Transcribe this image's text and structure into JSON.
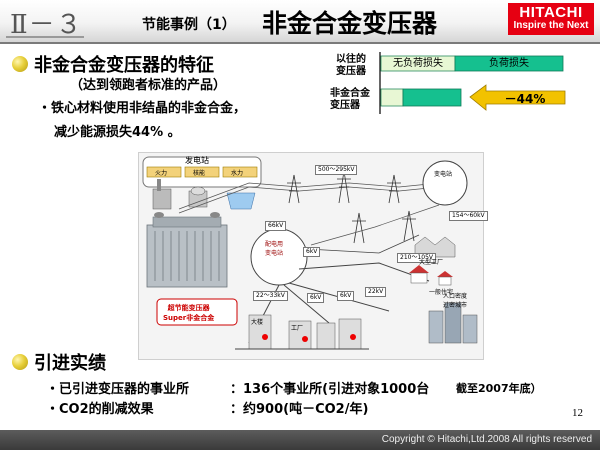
{
  "header": {
    "section_number": "Ⅱ－３",
    "case_label": "节能事例（1）",
    "title": "非金合金变压器",
    "logo": {
      "name": "HITACHI",
      "tagline": "Inspire the Next",
      "color": "#e60012"
    }
  },
  "features": {
    "heading": "非金合金变压器的特征",
    "subheading": "（达到领跑者标准的产品）",
    "point_line1": "・铁心材料使用非结晶的非金合金，",
    "point_line2": "减少能源损失44% 。"
  },
  "loss_chart": {
    "row1_label": "以往的\n变压器",
    "row2_label": "非金合金\n变压器",
    "no_load_label": "无负荷损失",
    "load_label": "负荷损失",
    "reduction": "－44%",
    "colors": {
      "no_load": "#e8f7d4",
      "load": "#15c08f",
      "arrow": "#f2c200"
    }
  },
  "diagram": {
    "power_station": "发电站",
    "plants": [
      "火力",
      "核能",
      "水力"
    ],
    "transformer_product": "超节能变压器\nSuper非金合金",
    "substation": "变电站",
    "distribution_substation": "配电用\n变电站",
    "large_factory": "大型工厂",
    "homes": "一般住宅",
    "dense_city": "人口密度\n过密城市",
    "building_labels": [
      "大楼",
      "工厂"
    ],
    "voltages": {
      "transmission": "500～295kV",
      "feeder": "154～60kV",
      "sub": "66kV",
      "six_kv": "6kV",
      "low": "210～105V",
      "mid": "22～33kV",
      "lines_a": "6kV",
      "lines_b": "6kV",
      "lines_c": "22kV"
    }
  },
  "results": {
    "heading": "引进实绩",
    "line1_label": "・已引进变压器的事业所",
    "line1_value": "：136个事业所(引进对象1000台",
    "line1_note": "截至2007年底）",
    "line2_label": "・CO2的削减效果",
    "line2_value": "：约900(吨－CO2/年)"
  },
  "page_number": "12",
  "footer": "Copyright © Hitachi,Ltd.2008 All rights reserved"
}
